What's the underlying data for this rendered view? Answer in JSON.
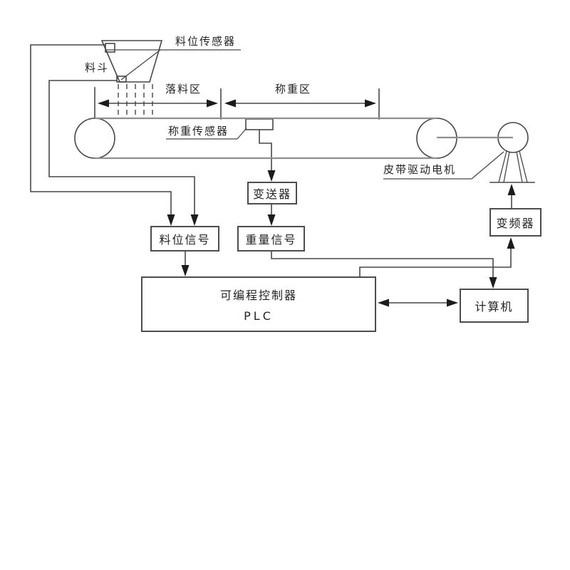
{
  "labels": {
    "level_sensor": "料位传感器",
    "hopper": "料斗",
    "drop_zone": "落料区",
    "weighing_zone": "称重区",
    "weight_sensor": "称重传感器",
    "belt_drive_motor": "皮带驱动电机"
  },
  "boxes": {
    "transmitter": "变送器",
    "level_signal": "料位信号",
    "weight_signal": "重量信号",
    "plc_line1": "可编程控制器",
    "plc_line2": "PLC",
    "computer": "计算机",
    "inverter": "变频器"
  },
  "colors": {
    "line": "#474747",
    "belt": "#8f8f8f",
    "arrow": "#1c1c1c",
    "text": "#242424",
    "background": "#ffffff"
  }
}
